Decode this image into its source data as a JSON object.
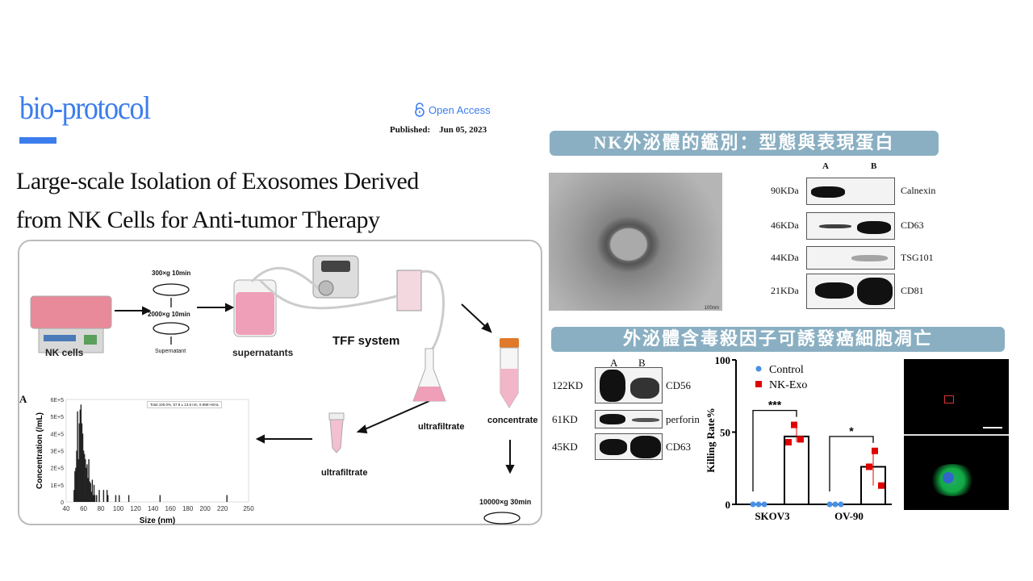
{
  "header": {
    "logo": "bio-protocol",
    "open_access": "Open Access",
    "published_label": "Published:",
    "published_date": "Jun 05, 2023"
  },
  "title": {
    "line1": "Large-scale Isolation of Exosomes Derived",
    "line2": "from NK Cells for Anti-tumor Therapy"
  },
  "workflow": {
    "nk_cells": "NK cells",
    "spin1": "300×g  10min",
    "spin2": "2000×g  10min",
    "supernatant": "Supernatant",
    "supernatants": "supernatants",
    "tff": "TFF system",
    "ultrafiltrate1": "ultrafiltrate",
    "concentrate": "concentrate",
    "ultrafiltrate2": "ultrafiltrate",
    "spin3": "10000×g  30min"
  },
  "histogram": {
    "panel": "A",
    "legend": "Total  100.0%,  57.8 ± 13.8 nm,  9.99E+6/mL",
    "chart_data": {
      "type": "bar",
      "xlabel": "Size (nm)",
      "ylabel": "Concentration (/mL)",
      "xlim": [
        40,
        250
      ],
      "ylim": [
        0,
        600000
      ],
      "xticks": [
        "40",
        "60",
        "80",
        "100",
        "120",
        "140",
        "160",
        "180",
        "200",
        "220",
        "250"
      ],
      "yticks": [
        "0",
        "1E+5",
        "2E+5",
        "3E+5",
        "4E+5",
        "5E+5",
        "6E+5"
      ],
      "x": [
        49,
        50,
        51,
        52,
        53,
        54,
        55,
        56,
        57,
        58,
        59,
        60,
        61,
        62,
        63,
        64,
        65,
        66,
        67,
        68,
        69,
        70,
        71,
        72,
        73,
        75,
        78,
        83,
        87,
        88,
        97,
        101,
        112,
        148,
        225
      ],
      "values": [
        70000,
        180000,
        200000,
        300000,
        530000,
        250000,
        460000,
        540000,
        570000,
        460000,
        400000,
        300000,
        280000,
        250000,
        200000,
        220000,
        140000,
        250000,
        120000,
        110000,
        60000,
        130000,
        40000,
        100000,
        40000,
        40000,
        70000,
        70000,
        70000,
        40000,
        40000,
        40000,
        40000,
        40000,
        40000
      ]
    }
  },
  "section1": {
    "title": "NK外泌體的鑑別：型態與表現蛋白",
    "tem_scale": "100nm",
    "lanes": [
      "A",
      "B"
    ],
    "rows": [
      {
        "kda": "90KDa",
        "protein": "Calnexin"
      },
      {
        "kda": "46KDa",
        "protein": "CD63"
      },
      {
        "kda": "44KDa",
        "protein": "TSG101"
      },
      {
        "kda": "21KDa",
        "protein": "CD81"
      }
    ]
  },
  "section2": {
    "title": "外泌體含毒殺因子可誘發癌細胞凋亡",
    "lanes": [
      "A",
      "B"
    ],
    "rows": [
      {
        "kd": "122KD",
        "protein": "CD56"
      },
      {
        "kd": "61KD",
        "protein": "perforin"
      },
      {
        "kd": "45KD",
        "protein": "CD63"
      }
    ],
    "chart_data": {
      "type": "bar",
      "ylabel": "Killing Rate%",
      "ylim": [
        0,
        100
      ],
      "yticks": [
        "0",
        "50",
        "100"
      ],
      "categories": [
        "SKOV3",
        "OV-90"
      ],
      "series": [
        {
          "name": "Control",
          "color": "#4a90e2",
          "values": [
            0,
            0
          ],
          "points": [
            [
              0,
              0,
              0
            ],
            [
              0,
              0,
              0
            ]
          ]
        },
        {
          "name": "NK-Exo",
          "color": "#e00000",
          "values": [
            47,
            26
          ],
          "points": [
            [
              55,
              43,
              45
            ],
            [
              37,
              26,
              13
            ]
          ]
        }
      ],
      "significance": [
        "***",
        "*"
      ]
    }
  }
}
